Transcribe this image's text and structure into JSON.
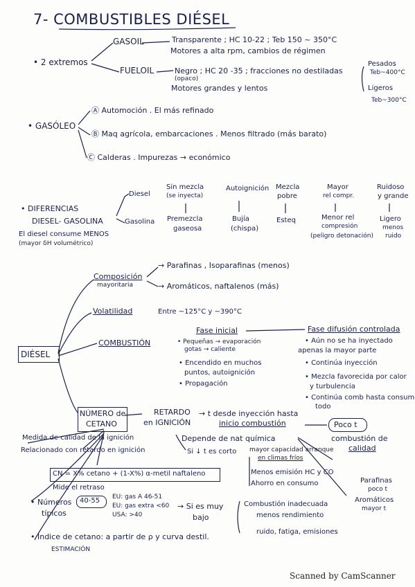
{
  "title": "7- COMBUSTIBLES DIÉSEL",
  "extremos": {
    "label": "• 2 extremos",
    "gasoil": "GASOIL",
    "gasoil_l1": "Transparente ; HC 10-22 ; Teb 150 ~ 350°C",
    "gasoil_l2": "Motores a alta rpm, cambios de régimen",
    "fueloil": "FUELOIL",
    "fueloil_l1": "Negro ; HC 20 -35 ; fracciones no destiladas",
    "fueloil_opaco": "(opaco)",
    "fueloil_l2": "Motores grandes y lentos",
    "pesados": "Pesados",
    "teb400": "Teb~400°C",
    "ligeros": "Ligeros",
    "teb300": "Teb~300°C"
  },
  "gasoleo": {
    "label": "• GASÓLEO",
    "a": "Ⓐ Automoción . El más refinado",
    "b": "Ⓑ Maq agrícola, embarcaciones . Menos filtrado (más barato)",
    "c": "Ⓒ Calderas . Impurezas → económico"
  },
  "diferencias": {
    "label1": "• DIFERENCIAS",
    "label2": "DIESEL- GASOLINA",
    "note1": "El diesel consume MENOS",
    "note2": "(mayor δH volumétrico)",
    "diesel": "Diesel",
    "gasolina": "Gasolina",
    "col1_top": "Sin mezcla",
    "col1_top2": "(se inyecta)",
    "col1_bot": "Premezcla",
    "col1_bot2": "gaseosa",
    "col2_top": "Autoignición",
    "col2_bot": "Bujía",
    "col2_bot2": "(chispa)",
    "col3_top": "Mezcla",
    "col3_top2": "pobre",
    "col3_bot": "Esteq",
    "col4_top": "Mayor",
    "col4_top2": "rel compr.",
    "col4_bot": "Menor rel",
    "col4_bot2": "compresión",
    "col4_bot3": "(peligro detonación)",
    "col5_top": "Ruidoso",
    "col5_top2": "y grande",
    "col5_bot": "Ligero",
    "col5_bot2": "menos",
    "col5_bot3": "ruido"
  },
  "diesel_tree": {
    "root": "DIÉSEL",
    "composicion": "Composición",
    "mayoritaria": "mayoritaria",
    "parafinas": "→ Parafinas , Isoparafinas (menos)",
    "aromaticos": "→ Aromáticos, naftalenos (más)",
    "volatilidad": "Volatilidad",
    "volatilidad_val": "Entre ~125°C y ~390°C",
    "combustion": "COMBUSTIÓN",
    "fase_inicial": "Fase inicial",
    "fi1": "• Pequeñas → evaporación",
    "fi1b": "gotas → caliente",
    "fi2": "• Encendido en muchos",
    "fi2b": "puntos, autoignición",
    "fi3": "• Propagación",
    "fase_difusion": "Fase difusión controlada",
    "fd1": "• Aún no se ha inyectado",
    "fd1b": "apenas la mayor parte",
    "fd2": "• Continúa inyección",
    "fd3": "• Mezcla favorecida por calor",
    "fd3b": "y turbulencia",
    "fd4": "• Continúa comb hasta consumo",
    "fd4b": "todo"
  },
  "cetano": {
    "box1": "NÚMERO de",
    "box2": "CETANO",
    "retardo1": "RETARDO",
    "retardo2": "en IGNICIÓN",
    "t_desde": "→ t desde inyección hasta",
    "inicio": "inicio combustión",
    "poco_t": "Poco t",
    "comb_calidad1": "combustión de",
    "comb_calidad2": "calidad",
    "medida": "Medida de calidad de la ignición",
    "relacionado": "Relacionado con retardo en ignición",
    "depende": "Depende de nat química",
    "si_t": "Si ↓ t es corto",
    "mayor_cap": "mayor capacidad arranque",
    "climas": "en climas fríos",
    "menos_emision": "Menos emisión HC y CO",
    "ahorro": "Ahorro en consumo",
    "parafinas": "Parafinas",
    "poco_t2": "poco t",
    "aromaticos": "Aromáticos",
    "mayor_t": "mayor t",
    "formula": "CN = X% cetano + (1-X%) α-metil naftaleno",
    "mide": "Mide el retraso",
    "numeros": "• Números",
    "tipicos": "típicos",
    "rango": "40-55",
    "eu": "EU: gas A 46-51",
    "eu2": "EU: gas extra <60",
    "usa": "USA: >40",
    "si_bajo1": "→ Si es muy",
    "si_bajo2": "bajo",
    "r1": "Combustión inadecuada",
    "r2": "menos rendimiento",
    "r3": "ruido, fatiga, emisiones",
    "indice": "• Índice de cetano: a partir de ρ y curva destil.",
    "estimacion": "ESTIMACIÓN"
  },
  "footer": "Scanned by CamScanner"
}
